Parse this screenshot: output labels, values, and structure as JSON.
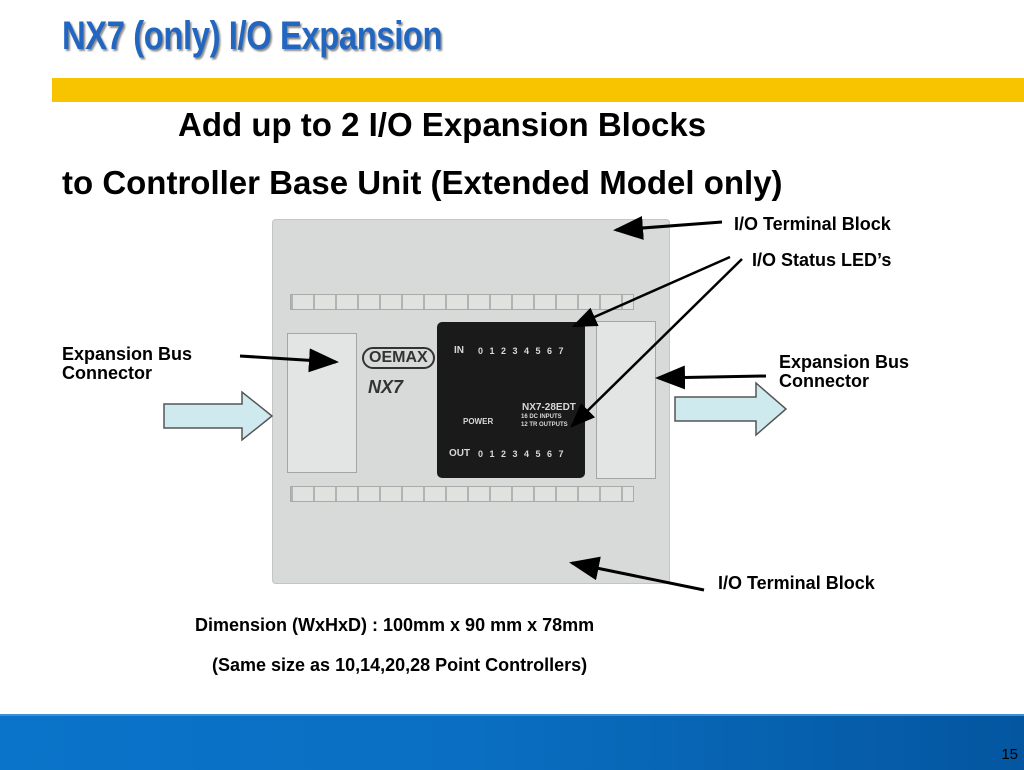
{
  "slide": {
    "title": "NX7 (only) I/O Expansion",
    "subtitle_line1": "Add up to 2 I/O Expansion Blocks",
    "subtitle_line2": "to Controller Base Unit (Extended Model only)",
    "page_number": "15"
  },
  "labels": {
    "terminal_block_top": "I/O Terminal Block",
    "status_leds": "I/O Status LED’s",
    "bus_left_line1": "Expansion Bus",
    "bus_left_line2": "Connector",
    "bus_right_line1": "Expansion Bus",
    "bus_right_line2": "Connector",
    "terminal_block_bottom": "I/O Terminal Block"
  },
  "dimensions": {
    "line1": "Dimension (WxHxD) : 100mm x 90 mm x 78mm",
    "line2": "(Same size as 10,14,20,28 Point Controllers)"
  },
  "device": {
    "brand": "OEMAX",
    "model_name": "NX7",
    "in_label": "IN",
    "out_label": "OUT",
    "power_label": "POWER",
    "model_code": "NX7-28EDT",
    "spec_line1": "16 DC INPUTS",
    "spec_line2": "12 TR OUTPUTS",
    "led_digits": "0 1 2 3 4 5 6 7"
  },
  "colors": {
    "title": "#2166c0",
    "accent_bar": "#f8c400",
    "footer": "#0a6fc2",
    "arrow_fill": "#cfeaef"
  }
}
